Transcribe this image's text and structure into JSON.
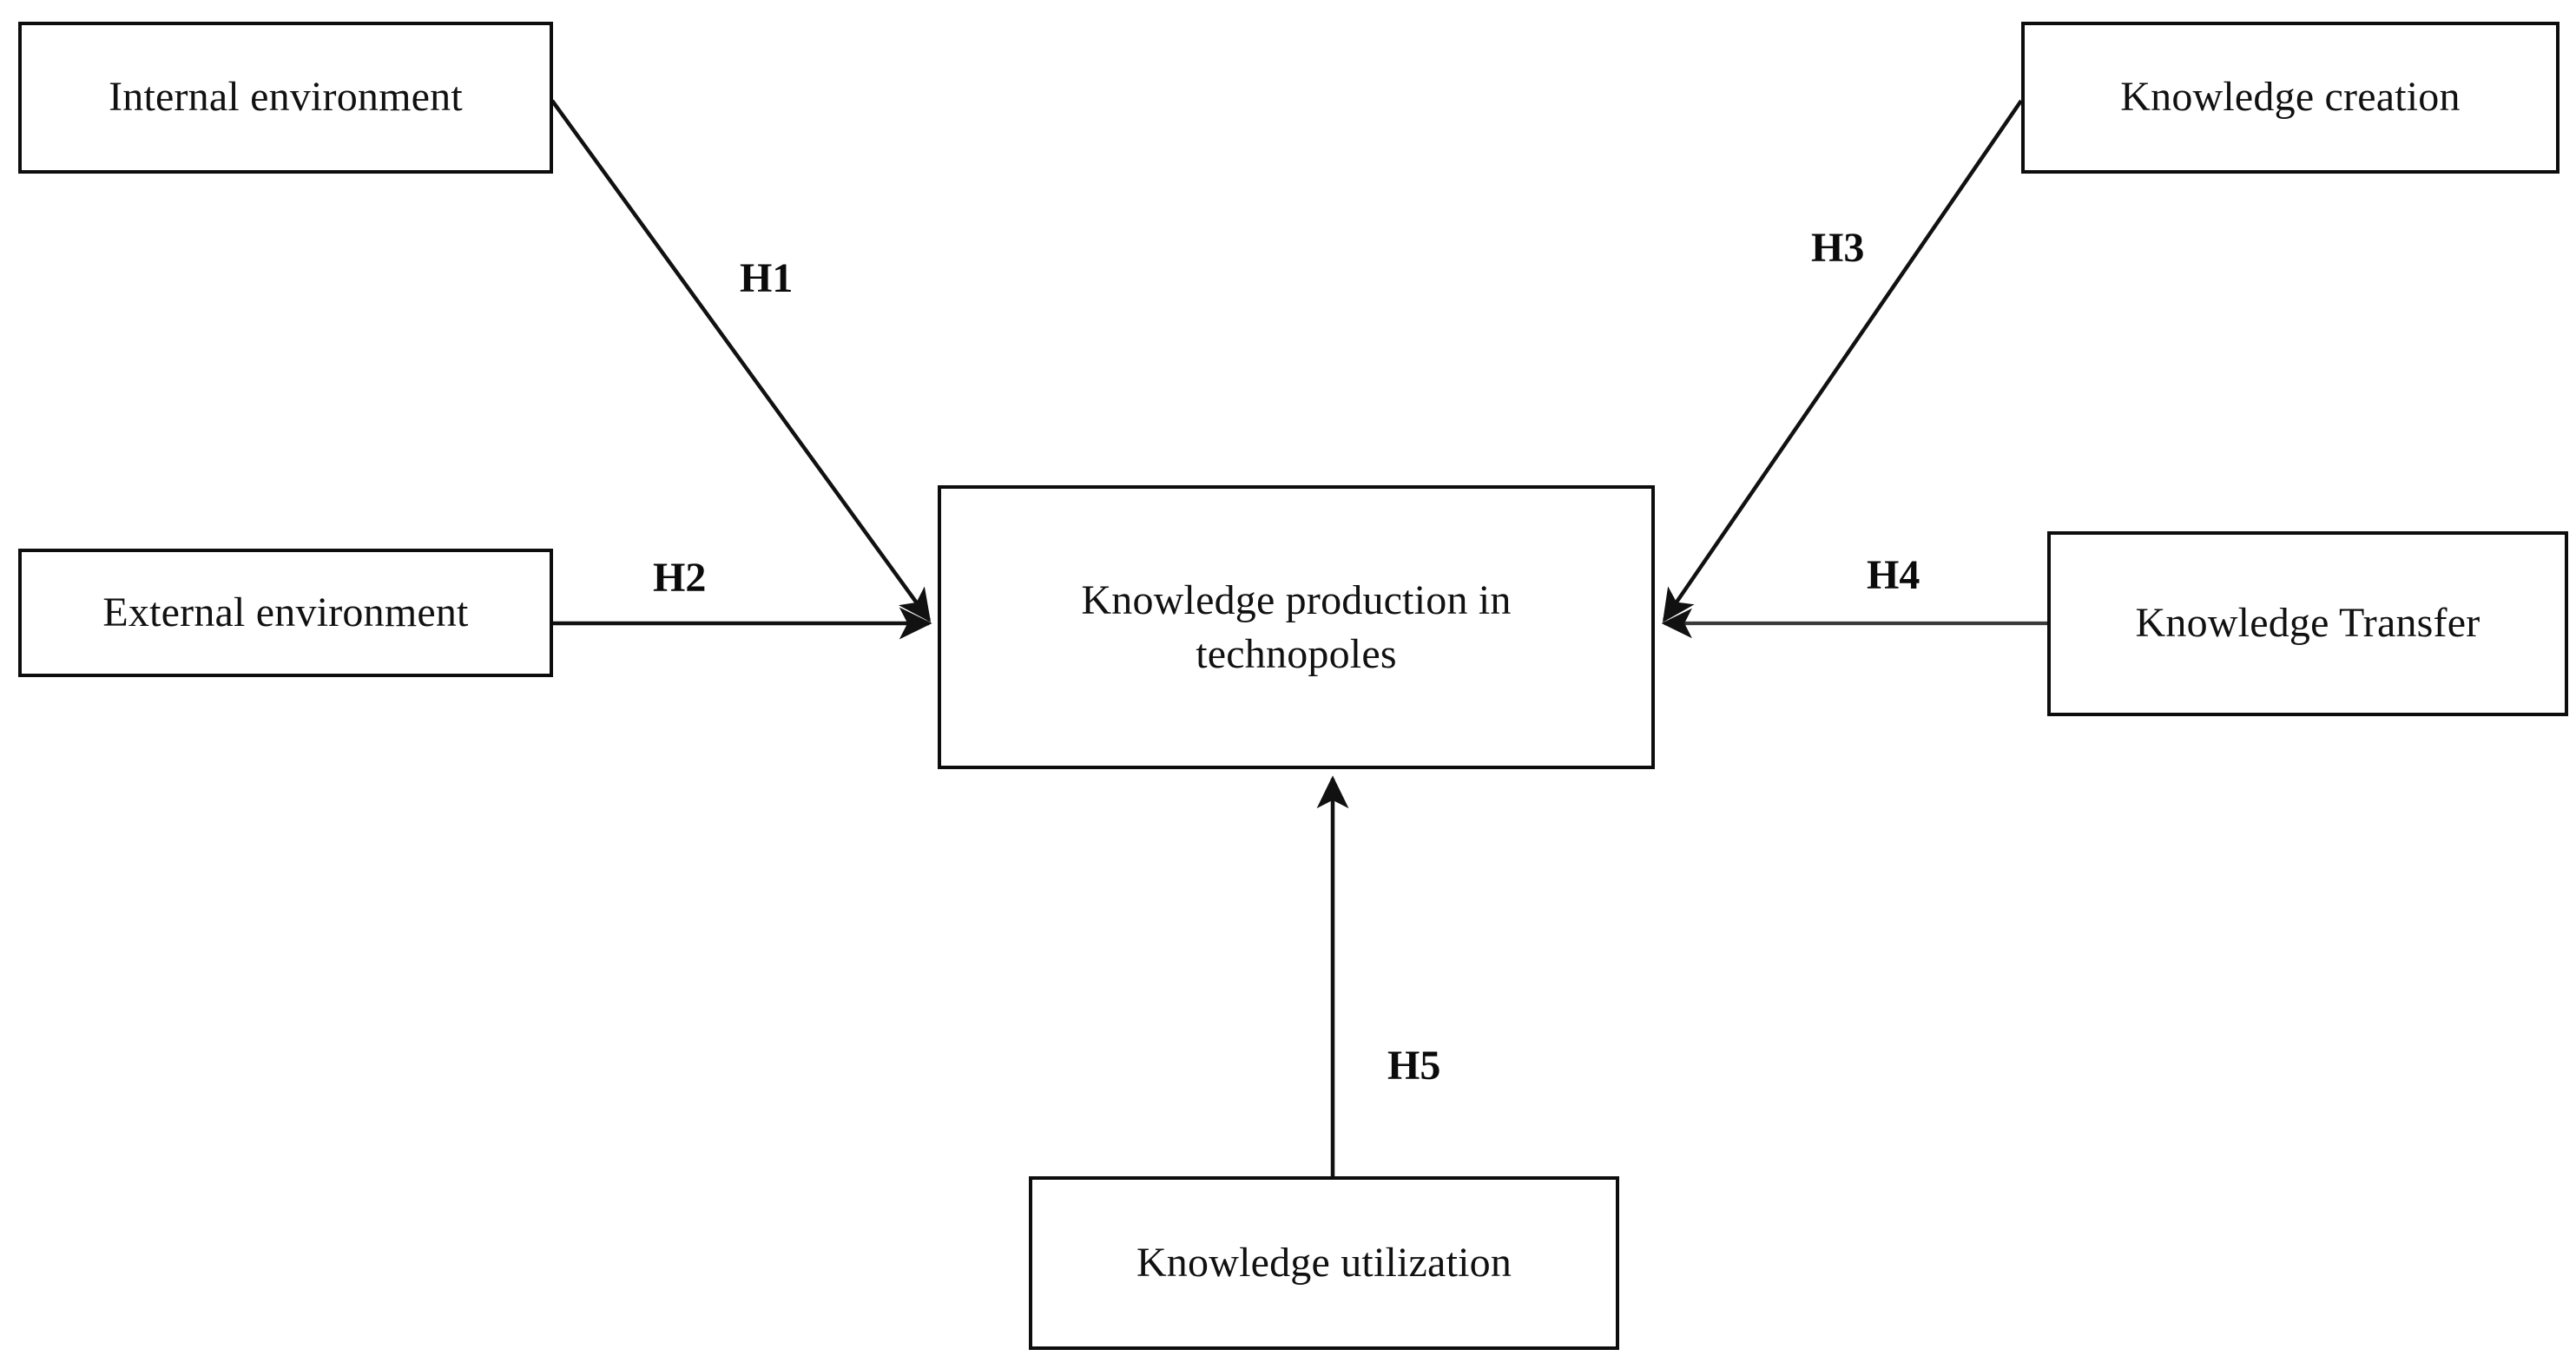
{
  "figure": {
    "type": "conceptual-model-diagram",
    "background_color": "#ffffff",
    "line_color": "#111111",
    "text_color": "#111111"
  },
  "nodes": [
    {
      "id": "internal-environment",
      "label": "Internal environment",
      "position": "top-left"
    },
    {
      "id": "external-environment",
      "label": "External environment",
      "position": "middle-left"
    },
    {
      "id": "knowledge-production",
      "label": "Knowledge production in technopoles",
      "line1": "Knowledge production in",
      "line2": "technopoles",
      "position": "center"
    },
    {
      "id": "knowledge-creation",
      "label": "Knowledge creation",
      "position": "top-right"
    },
    {
      "id": "knowledge-transfer",
      "label": "Knowledge Transfer",
      "position": "middle-right"
    },
    {
      "id": "knowledge-utilization",
      "label": "Knowledge utilization",
      "position": "bottom-center"
    }
  ],
  "edges": [
    {
      "id": "h1",
      "label": "H1",
      "from": "internal-environment",
      "to": "knowledge-production",
      "direction": "diagonal-down-right",
      "arrowhead": "target"
    },
    {
      "id": "h2",
      "label": "H2",
      "from": "external-environment",
      "to": "knowledge-production",
      "direction": "horizontal-right",
      "arrowhead": "target"
    },
    {
      "id": "h3",
      "label": "H3",
      "from": "knowledge-creation",
      "to": "knowledge-production",
      "direction": "diagonal-down-left",
      "arrowhead": "target"
    },
    {
      "id": "h4",
      "label": "H4",
      "from": "knowledge-transfer",
      "to": "knowledge-production",
      "direction": "horizontal-left",
      "arrowhead": "target"
    },
    {
      "id": "h5",
      "label": "H5",
      "from": "knowledge-utilization",
      "to": "knowledge-production",
      "direction": "vertical-up",
      "arrowhead": "target"
    }
  ]
}
